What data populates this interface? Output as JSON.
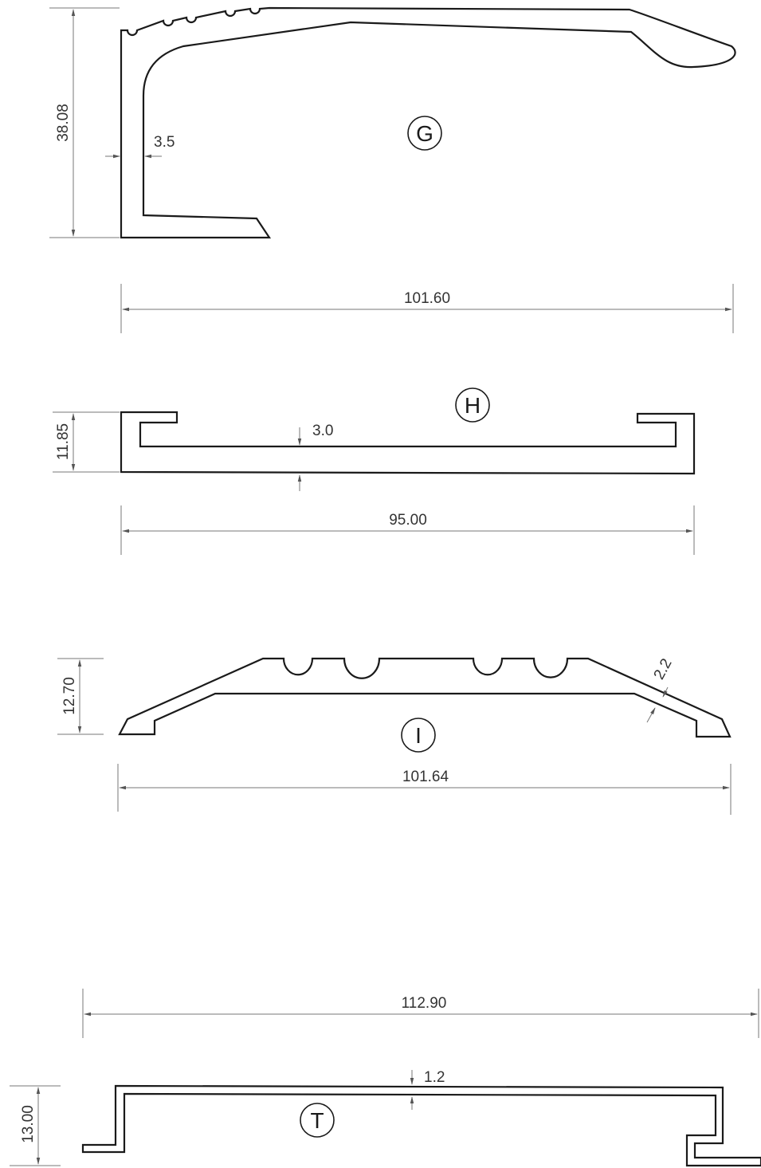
{
  "profiles": [
    {
      "id": "G",
      "letter": "G",
      "dims": {
        "height": "38.08",
        "thickness": "3.5",
        "width": "101.60"
      }
    },
    {
      "id": "H",
      "letter": "H",
      "dims": {
        "height": "11.85",
        "thickness": "3.0",
        "width": "95.00"
      }
    },
    {
      "id": "I",
      "letter": "I",
      "dims": {
        "height": "12.70",
        "thickness": "2.2",
        "width": "101.64"
      }
    },
    {
      "id": "T",
      "letter": "T",
      "dims": {
        "height": "13.00",
        "thickness": "1.2",
        "width": "112.90"
      }
    }
  ]
}
